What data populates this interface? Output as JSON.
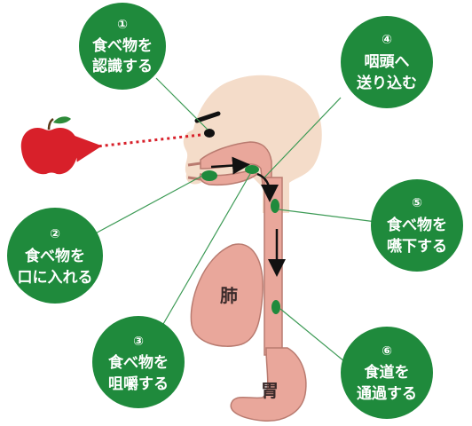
{
  "colors": {
    "bubble": "#1f8a3c",
    "skin": "#f4dcc9",
    "tract": "#e9a79b",
    "tract_edge": "#b97b70",
    "leader": "#3c9a55",
    "apple": "#d8202a",
    "leaf": "#2e8b3a",
    "gaze_arrow": "#d8202a"
  },
  "steps": [
    {
      "number": "①",
      "line1": "食べ物を",
      "line2": "認識する"
    },
    {
      "number": "②",
      "line1": "食べ物を",
      "line2": "口に入れる"
    },
    {
      "number": "③",
      "line1": "食べ物を",
      "line2": "咀嚼する"
    },
    {
      "number": "④",
      "line1": "咽頭へ",
      "line2": "送り込む"
    },
    {
      "number": "⑤",
      "line1": "食べ物を",
      "line2": "嚥下する"
    },
    {
      "number": "⑥",
      "line1": "食道を",
      "line2": "通過する"
    }
  ],
  "organs": {
    "lung": "肺",
    "stomach": "胃"
  }
}
